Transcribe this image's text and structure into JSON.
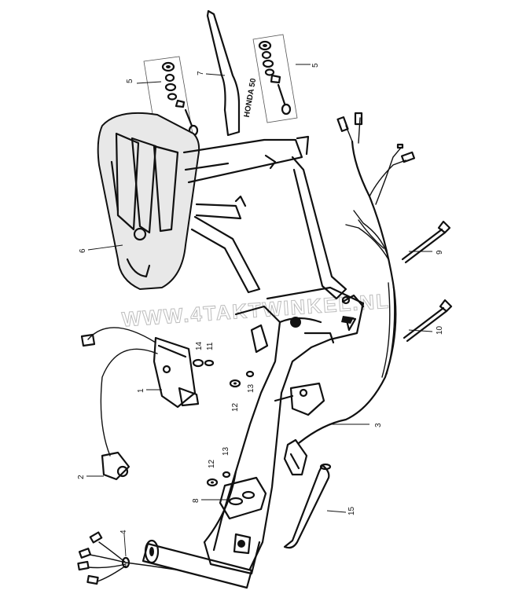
{
  "watermark": {
    "text": "WWW.4TAKTWINKEL.NL"
  },
  "decal": {
    "text": "HONDA 50"
  },
  "callouts": [
    {
      "id": "c5a",
      "label": "5"
    },
    {
      "id": "c7",
      "label": "7"
    },
    {
      "id": "c5b",
      "label": "5"
    },
    {
      "id": "c6",
      "label": "6"
    },
    {
      "id": "c9",
      "label": "9"
    },
    {
      "id": "c10",
      "label": "10"
    },
    {
      "id": "c14",
      "label": "14"
    },
    {
      "id": "c11",
      "label": "11"
    },
    {
      "id": "c1",
      "label": "1"
    },
    {
      "id": "c12a",
      "label": "12"
    },
    {
      "id": "c13a",
      "label": "13"
    },
    {
      "id": "c3",
      "label": "3"
    },
    {
      "id": "c2",
      "label": "2"
    },
    {
      "id": "c12b",
      "label": "12"
    },
    {
      "id": "c13b",
      "label": "13"
    },
    {
      "id": "c8",
      "label": "8"
    },
    {
      "id": "c15",
      "label": "15"
    },
    {
      "id": "c4",
      "label": "4"
    }
  ]
}
